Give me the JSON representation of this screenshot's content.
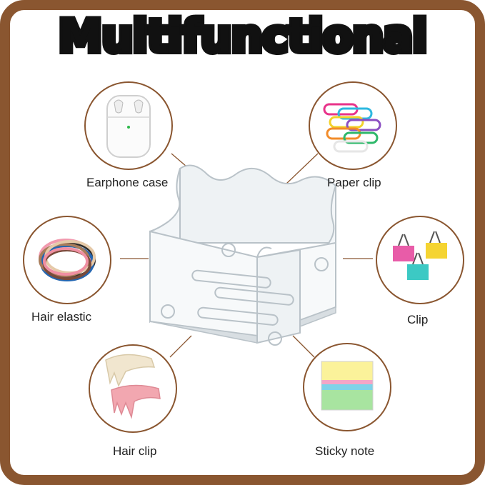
{
  "title": "Multifunctional",
  "colors": {
    "frame": "#8a5630",
    "title": "#111111",
    "acrylic": "#d8dee2"
  },
  "items": [
    {
      "label": "Earphone case",
      "icon": "earphone-case-icon"
    },
    {
      "label": "Paper clip",
      "icon": "paper-clip-icon"
    },
    {
      "label": "Hair elastic",
      "icon": "hair-elastic-icon"
    },
    {
      "label": "Clip",
      "icon": "binder-clip-icon"
    },
    {
      "label": "Hair clip",
      "icon": "hair-claw-clip-icon"
    },
    {
      "label": "Sticky note",
      "icon": "sticky-note-icon"
    }
  ]
}
